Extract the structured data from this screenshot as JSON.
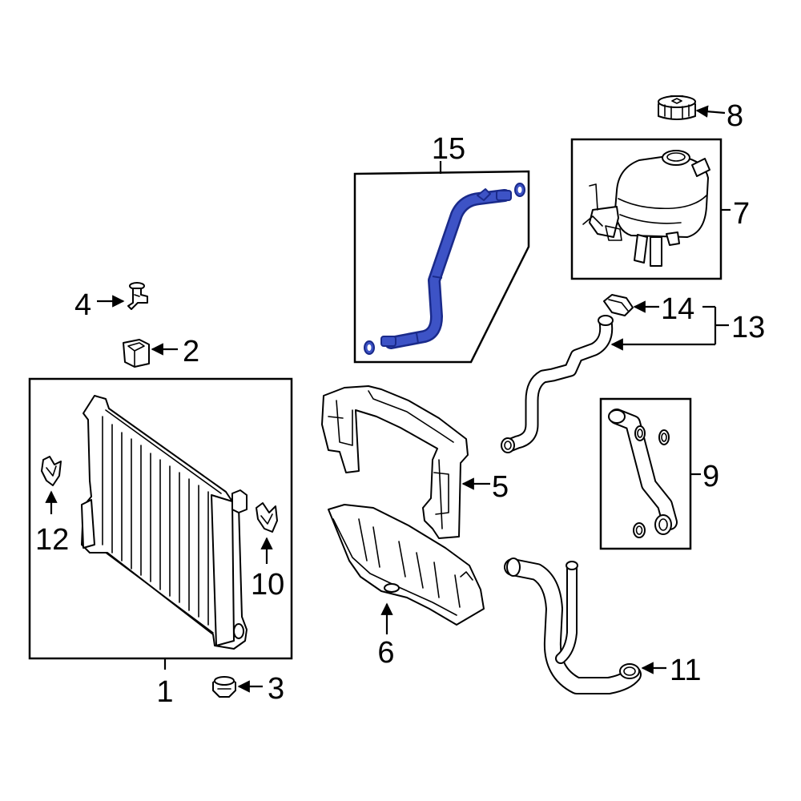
{
  "diagram": {
    "highlight_color": "#3d53c6",
    "callouts": {
      "c1": "1",
      "c2": "2",
      "c3": "3",
      "c4": "4",
      "c5": "5",
      "c6": "6",
      "c7": "7",
      "c8": "8",
      "c9": "9",
      "c10": "10",
      "c11": "11",
      "c12": "12",
      "c13": "13",
      "c14": "14",
      "c15": "15"
    }
  }
}
